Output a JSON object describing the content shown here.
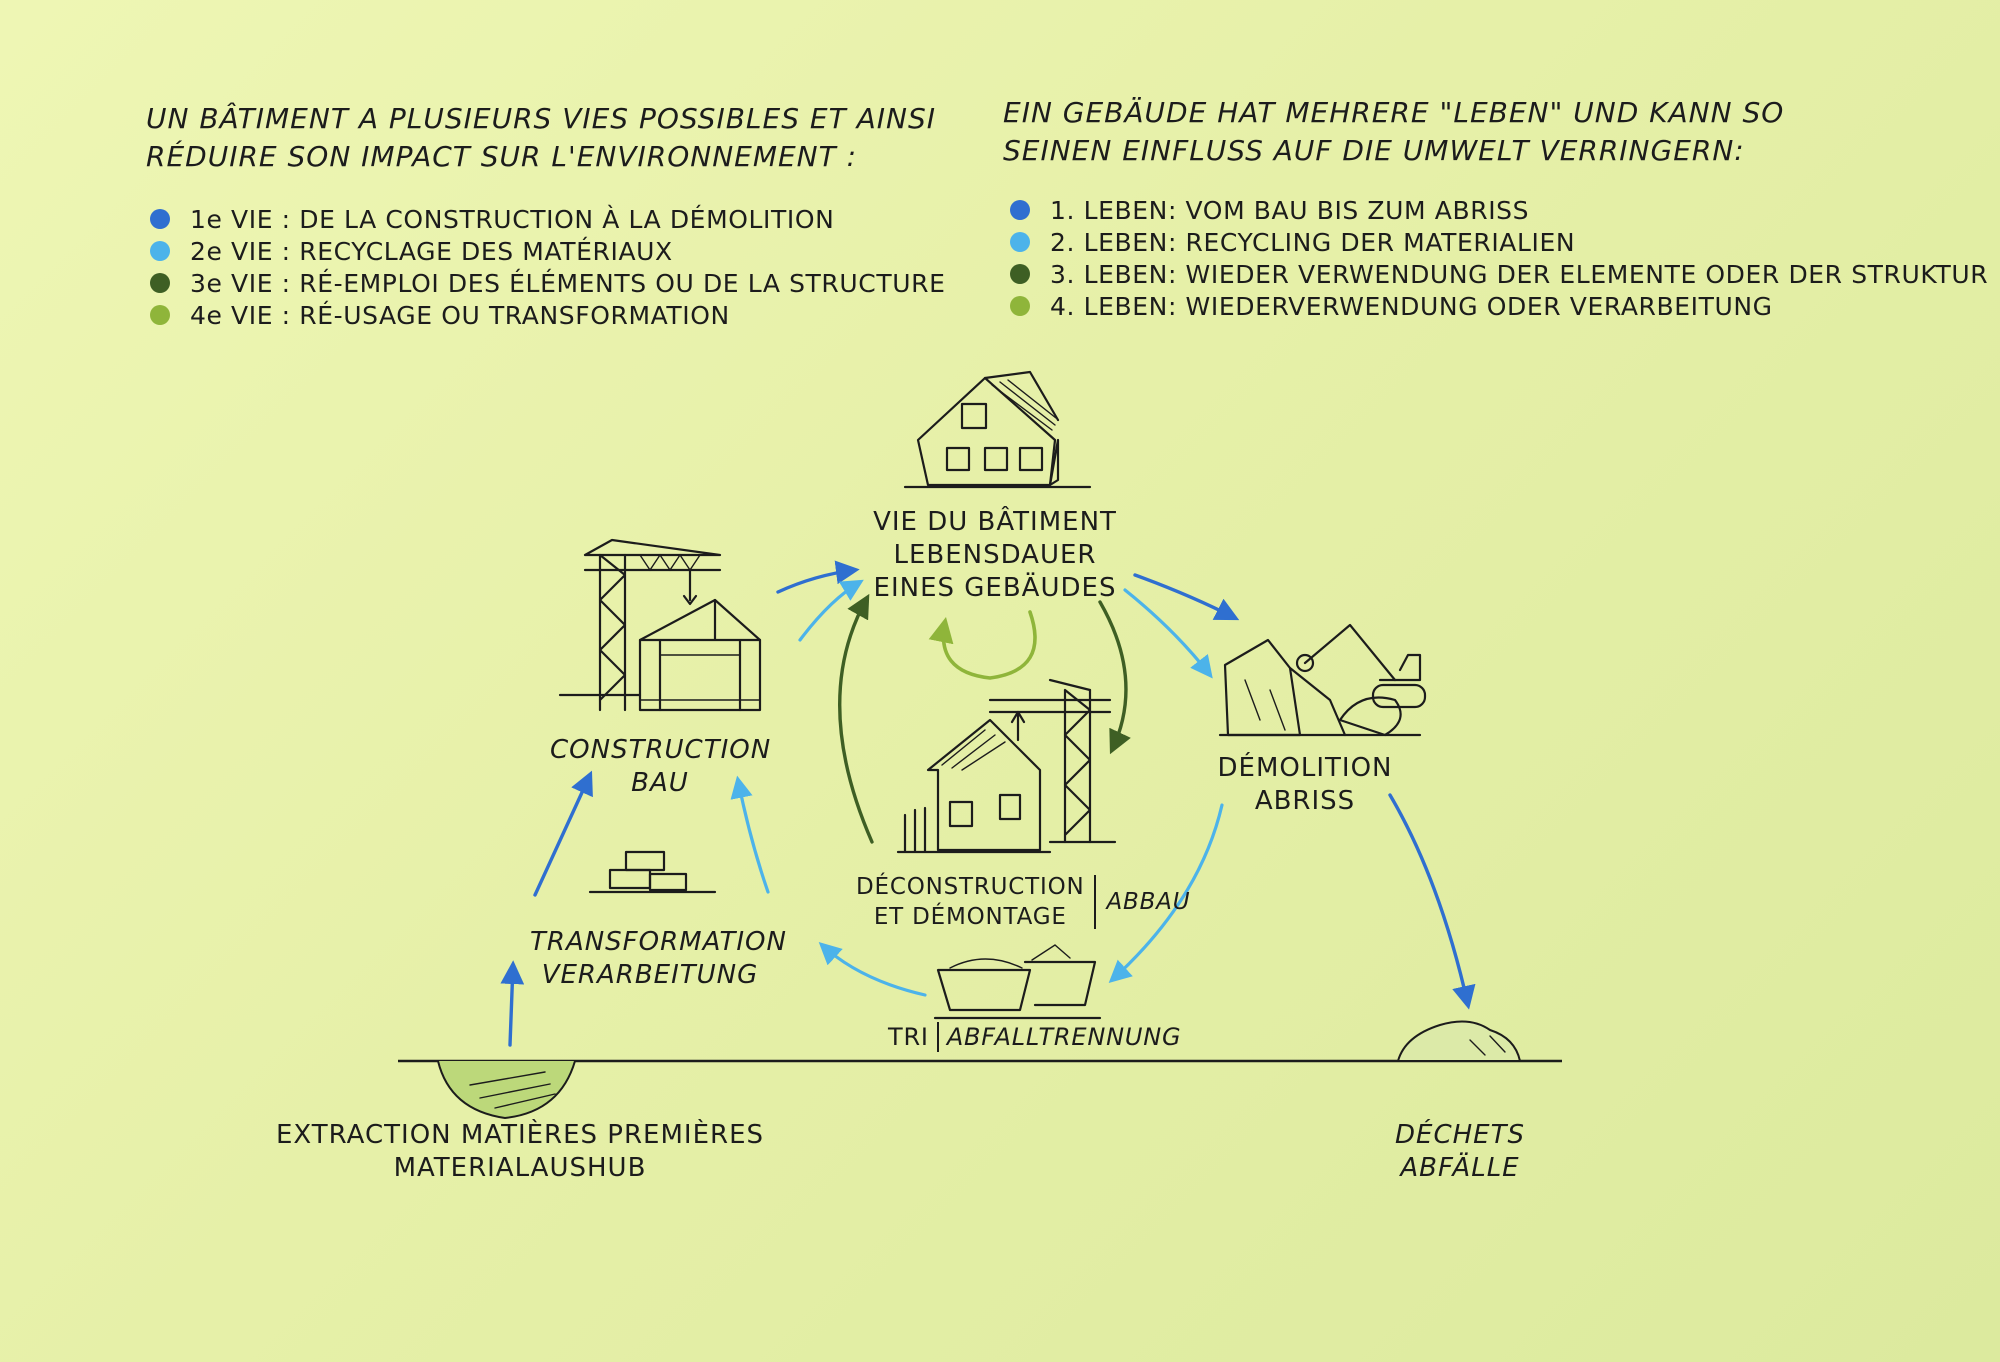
{
  "intro_fr": [
    "UN BÂTIMENT A PLUSIEURS VIES POSSIBLES ET AINSI",
    "RÉDUIRE SON IMPACT SUR L'ENVIRONNEMENT :"
  ],
  "intro_de": [
    "EIN GEBÄUDE HAT MEHRERE \"LEBEN\" UND KANN SO",
    "SEINEN EINFLUSS AUF DIE UMWELT VERRINGERN:"
  ],
  "colors": {
    "life1": "#2f6fd0",
    "life2": "#4cb3ea",
    "life3": "#3e5f24",
    "life4": "#8fb53a"
  },
  "legend_fr": [
    {
      "text": "1e VIE : DE LA CONSTRUCTION À LA DÉMOLITION",
      "color": "#2f6fd0"
    },
    {
      "text": "2e VIE : RECYCLAGE DES MATÉRIAUX",
      "color": "#4cb3ea"
    },
    {
      "text": "3e VIE : RÉ-EMPLOI DES ÉLÉMENTS OU DE LA STRUCTURE",
      "color": "#3e5f24"
    },
    {
      "text": "4e VIE : RÉ-USAGE OU TRANSFORMATION",
      "color": "#8fb53a"
    }
  ],
  "legend_de": [
    {
      "text": "1. LEBEN: VOM BAU BIS ZUM ABRISS",
      "color": "#2f6fd0"
    },
    {
      "text": "2. LEBEN: RECYCLING DER MATERIALIEN",
      "color": "#4cb3ea"
    },
    {
      "text": "3. LEBEN: WIEDER VERWENDUNG DER ELEMENTE ODER DER STRUKTUR",
      "color": "#3e5f24"
    },
    {
      "text": "4. LEBEN: WIEDERVERWENDUNG ODER VERARBEITUNG",
      "color": "#8fb53a"
    }
  ],
  "nodes": {
    "building_life": [
      "VIE DU BÂTIMENT",
      "LEBENSDAUER",
      "EINES GEBÄUDES"
    ],
    "construction": [
      "CONSTRUCTION",
      "BAU"
    ],
    "demolition": [
      "DÉMOLITION",
      "ABRISS"
    ],
    "deconstruction": {
      "fr": [
        "DÉCONSTRUCTION",
        "ET DÉMONTAGE"
      ],
      "de": "ABBAU"
    },
    "transformation": [
      "TRANSFORMATION",
      "VERARBEITUNG"
    ],
    "sorting": {
      "fr": "TRI",
      "de": "ABFALLTRENNUNG"
    },
    "extraction": [
      "EXTRACTION MATIÈRES PREMIÈRES",
      "MATERIALAUSHUB"
    ],
    "waste": [
      "DÉCHETS",
      "ABFÄLLE"
    ]
  }
}
